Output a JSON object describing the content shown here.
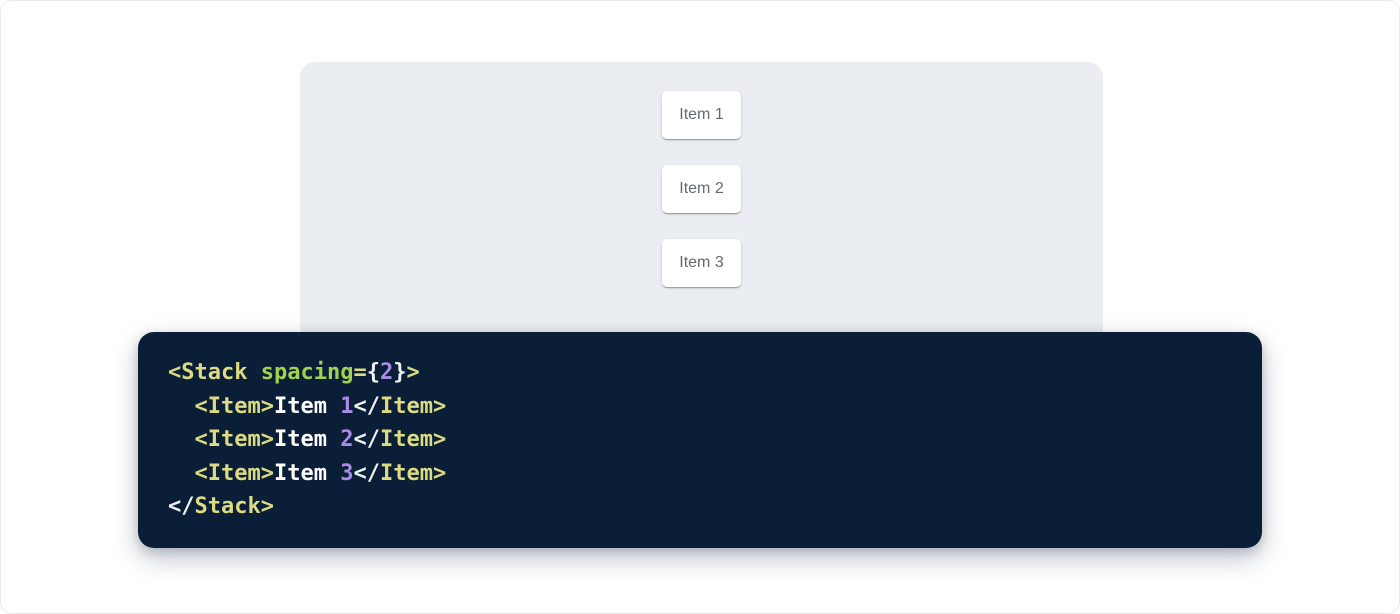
{
  "window": {
    "background": "#ffffff",
    "border_color": "#e8eaed"
  },
  "demo": {
    "panel_background": "#eaedf1",
    "item_text_color": "#646a70",
    "items": [
      {
        "label": "Item 1"
      },
      {
        "label": "Item 2"
      },
      {
        "label": "Item 3"
      }
    ]
  },
  "code": {
    "background": "#0a1e37",
    "token_colors": {
      "tag": "#dcdb81",
      "attr": "#9ed34e",
      "num": "#a98ce6",
      "punct": "#eef1f3",
      "plain": "#ffffff"
    },
    "lines": [
      {
        "tokens": [
          {
            "c": "tag",
            "t": "<Stack"
          },
          {
            "c": "plain",
            "t": " "
          },
          {
            "c": "attr",
            "t": "spacing"
          },
          {
            "c": "tag",
            "t": "="
          },
          {
            "c": "punct",
            "t": "{"
          },
          {
            "c": "num",
            "t": "2"
          },
          {
            "c": "punct",
            "t": "}"
          },
          {
            "c": "tag",
            "t": ">"
          }
        ]
      },
      {
        "tokens": [
          {
            "c": "plain",
            "t": "  "
          },
          {
            "c": "tag",
            "t": "<Item>"
          },
          {
            "c": "plain",
            "t": "Item "
          },
          {
            "c": "num",
            "t": "1"
          },
          {
            "c": "punct",
            "t": "</"
          },
          {
            "c": "tag",
            "t": "Item>"
          }
        ]
      },
      {
        "tokens": [
          {
            "c": "plain",
            "t": "  "
          },
          {
            "c": "tag",
            "t": "<Item>"
          },
          {
            "c": "plain",
            "t": "Item "
          },
          {
            "c": "num",
            "t": "2"
          },
          {
            "c": "punct",
            "t": "</"
          },
          {
            "c": "tag",
            "t": "Item>"
          }
        ]
      },
      {
        "tokens": [
          {
            "c": "plain",
            "t": "  "
          },
          {
            "c": "tag",
            "t": "<Item>"
          },
          {
            "c": "plain",
            "t": "Item "
          },
          {
            "c": "num",
            "t": "3"
          },
          {
            "c": "punct",
            "t": "</"
          },
          {
            "c": "tag",
            "t": "Item>"
          }
        ]
      },
      {
        "tokens": [
          {
            "c": "punct",
            "t": "</"
          },
          {
            "c": "tag",
            "t": "Stack>"
          }
        ]
      }
    ]
  }
}
